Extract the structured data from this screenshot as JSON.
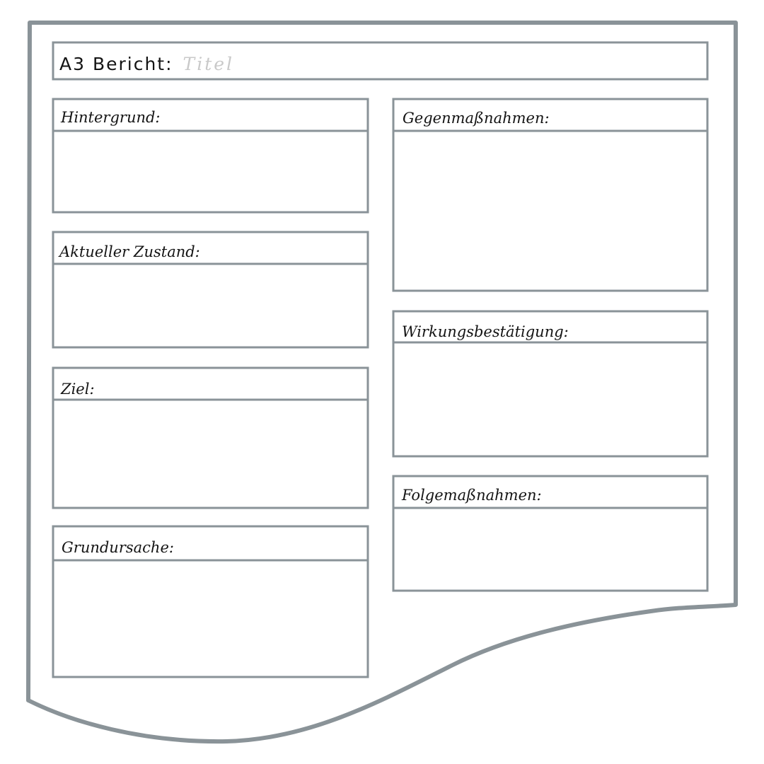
{
  "header": {
    "title_label": "A3 Bericht:",
    "title_placeholder": "Titel"
  },
  "sections": {
    "hintergrund": "Hintergrund:",
    "aktueller_zustand": "Aktueller Zustand:",
    "ziel": "Ziel:",
    "grundursache": "Grundursache:",
    "gegenmassnahmen": "Gegenmaßnahmen:",
    "wirkungsbestaetigung": "Wirkungsbestätigung:",
    "folgemassnahmen": "Folgemaßnahmen:"
  },
  "colors": {
    "stroke": "#8a9398",
    "text": "#141414",
    "placeholder": "#c9c9c9"
  }
}
